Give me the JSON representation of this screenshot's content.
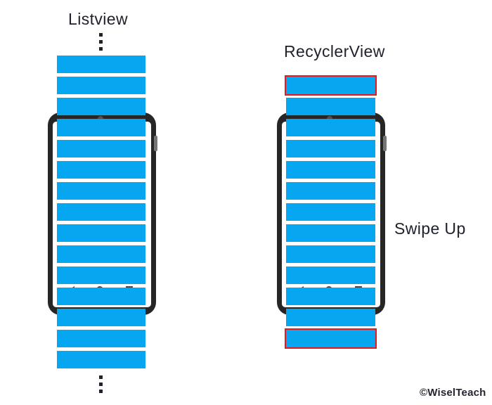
{
  "titles": {
    "left": "Listview",
    "right": "RecyclerView"
  },
  "annotations": {
    "swipe_up": "Swipe Up",
    "watermark": "©WiselTeach"
  },
  "left_column": {
    "title": "Listview",
    "bar_count": 15,
    "highlighted_indices": [],
    "dots_above": 3,
    "dots_below": 3
  },
  "right_column": {
    "title": "RecyclerView",
    "bar_count": 13,
    "highlighted_indices": [
      0,
      12
    ],
    "dots_above": 0,
    "dots_below": 0
  },
  "colors": {
    "bar_blue": "#07A6F1",
    "highlight_red": "#DE1B20",
    "phone_frame": "#262626",
    "text_dark": "#20222D"
  },
  "icons": [
    "camera-icon",
    "side-button",
    "back-icon",
    "home-icon",
    "recents-icon",
    "ellipsis-dot-icon"
  ]
}
